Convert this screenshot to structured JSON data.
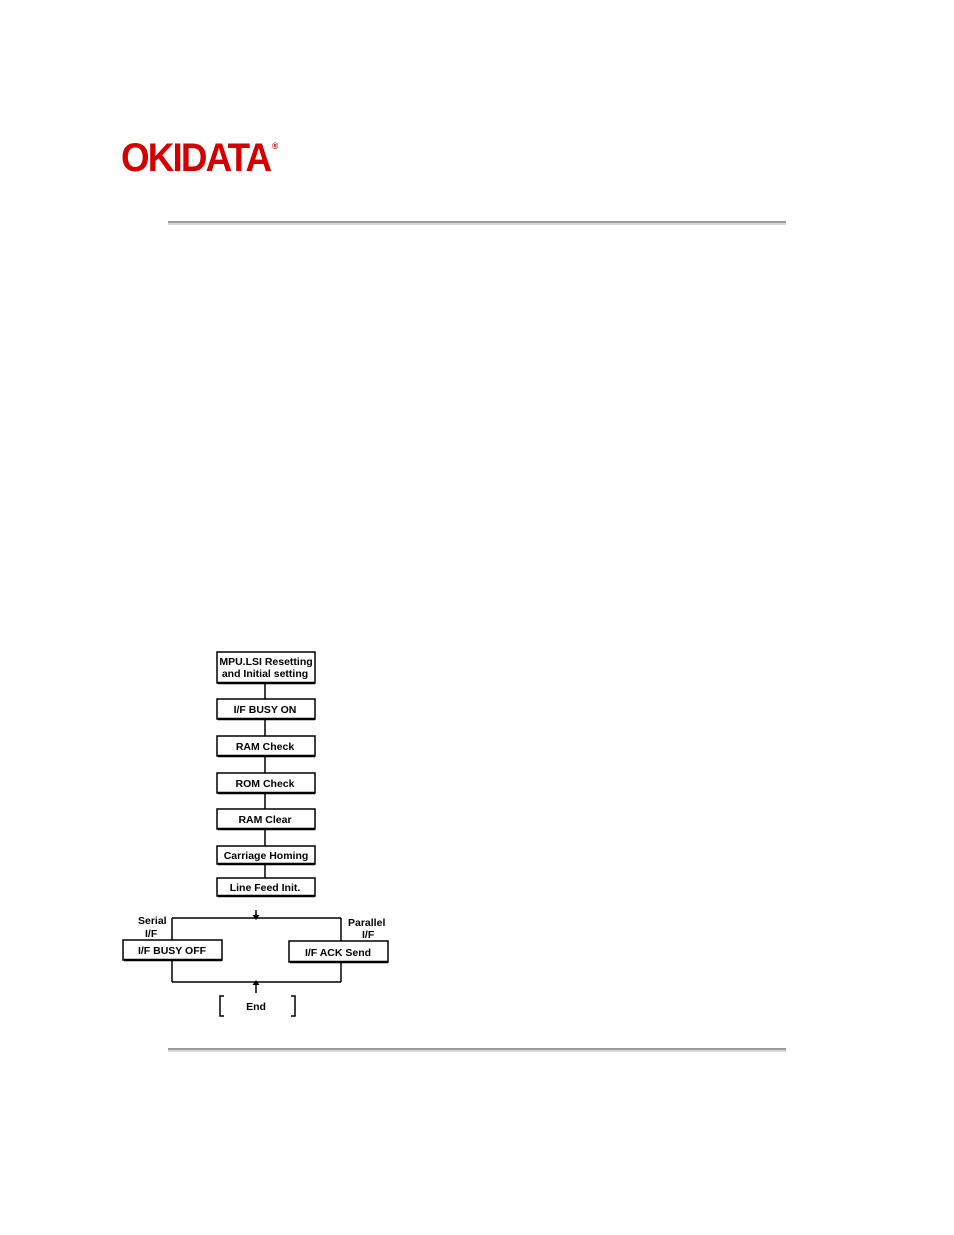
{
  "header": {
    "logo_text": "OKIDATA",
    "logo_mark": "®",
    "logo_color": "#d40000"
  },
  "flowchart": {
    "steps": [
      "MPU.LSI Resetting",
      "and Initial setting",
      "I/F BUSY ON",
      "RAM Check",
      "ROM Check",
      "RAM Clear",
      "Carriage Homing",
      "Line Feed Init."
    ],
    "branch_left_label_1": "Serial",
    "branch_left_label_2": "I/F",
    "branch_left_box": "I/F BUSY OFF",
    "branch_right_label_1": "Parallel",
    "branch_right_label_2": "I/F",
    "branch_right_box": "I/F ACK Send",
    "end_label": "End"
  }
}
